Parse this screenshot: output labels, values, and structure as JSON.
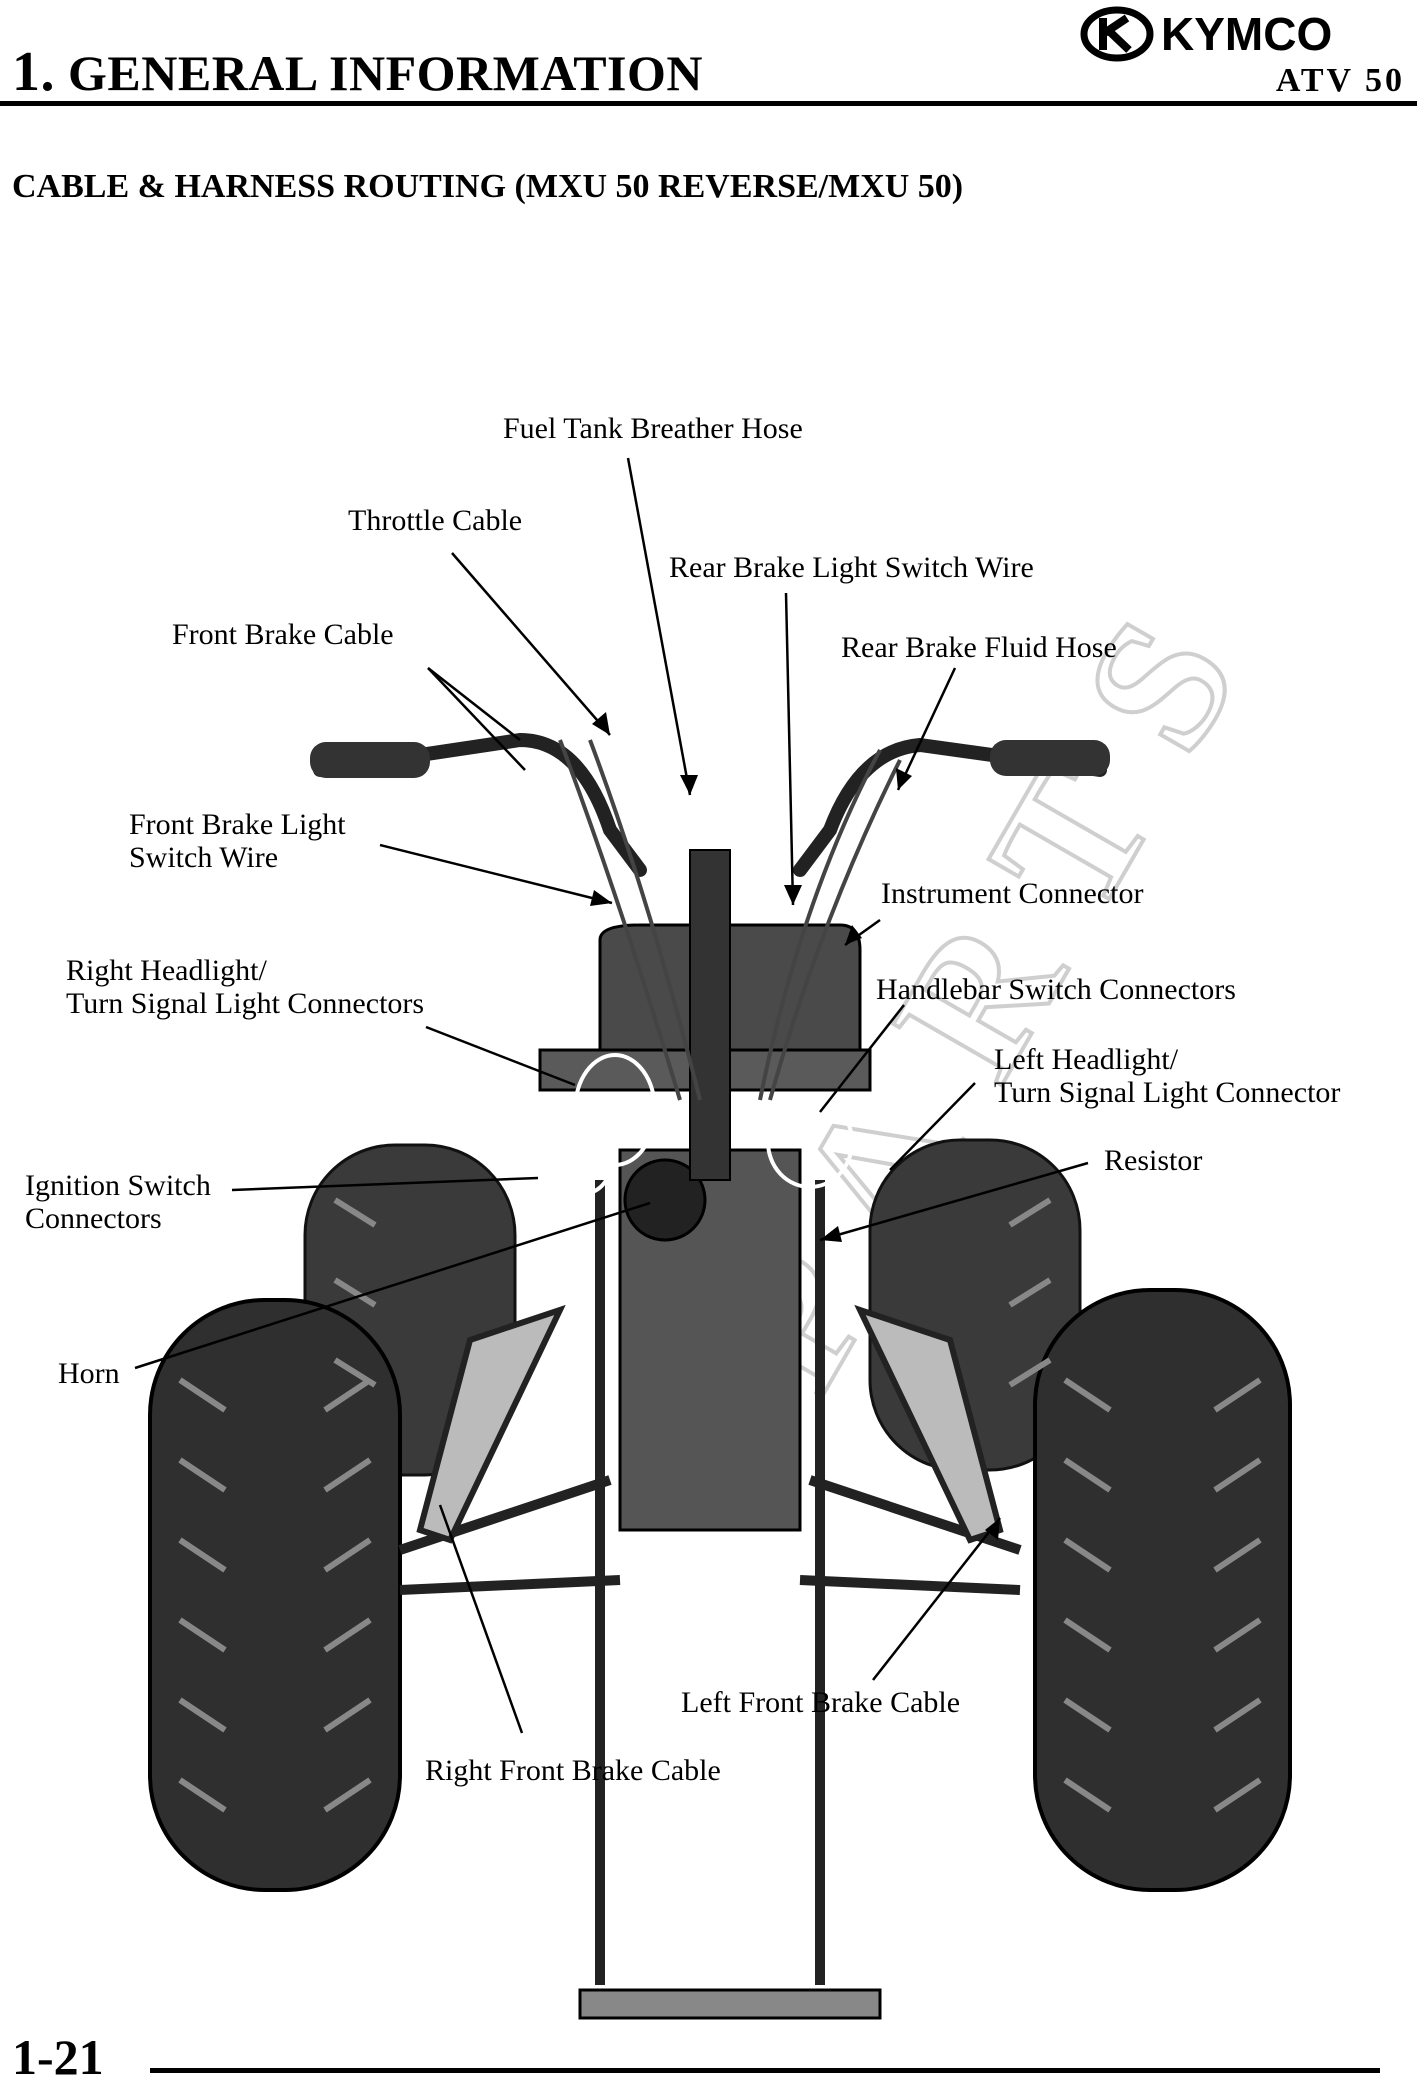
{
  "header": {
    "chapter_number": "1.",
    "chapter_title": "GENERAL INFORMATION",
    "brand": "KYMCO",
    "model": "ATV 50"
  },
  "section_title": "CABLE & HARNESS ROUTING (MXU 50 REVERSE/MXU 50)",
  "watermark": "PARTS",
  "labels": {
    "fuel_tank_breather_hose": "Fuel Tank Breather Hose",
    "throttle_cable": "Throttle Cable",
    "rear_brake_light_switch_wire": "Rear Brake Light Switch Wire",
    "front_brake_cable": "Front Brake Cable",
    "rear_brake_fluid_hose": "Rear Brake Fluid Hose",
    "front_brake_light_switch_wire_1": "Front Brake Light",
    "front_brake_light_switch_wire_2": "Switch Wire",
    "instrument_connector": "Instrument Connector",
    "right_headlight_1": "Right Headlight/",
    "right_headlight_2": "Turn Signal Light Connectors",
    "handlebar_switch_connectors": "Handlebar Switch Connectors",
    "left_headlight_1": "Left Headlight/",
    "left_headlight_2": "Turn Signal Light Connector",
    "ignition_switch_1": "Ignition Switch",
    "ignition_switch_2": "Connectors",
    "resistor": "Resistor",
    "horn": "Horn",
    "left_front_brake_cable": "Left Front Brake Cable",
    "right_front_brake_cable": "Right Front Brake Cable"
  },
  "footer": {
    "page_number": "1-21"
  }
}
